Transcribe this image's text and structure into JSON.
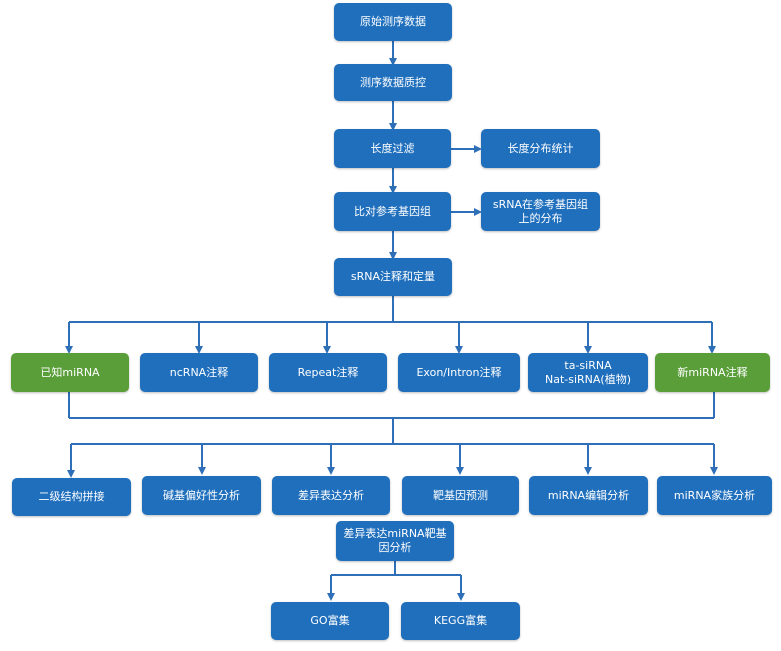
{
  "nodes": {
    "raw": "原始测序数据",
    "qc": "测序数据质控",
    "length_filter": "长度过滤",
    "length_stats": "长度分布统计",
    "align": "比对参考基因组",
    "distribution": {
      "line1": "sRNA在参考基因组",
      "line2": "上的分布"
    },
    "annotation": "sRNA注释和定量",
    "known_mirna": "已知miRNA",
    "ncrna": "ncRNA注释",
    "repeat": "Repeat注释",
    "exon_intron": "Exon/Intron注释",
    "sirna": {
      "line1": "ta-siRNA",
      "line2": "Nat-siRNA(植物)"
    },
    "novel_mirna": "新miRNA注释",
    "secondary": "二级结构拼接",
    "base_bias": "碱基偏好性分析",
    "diff_expr": "差异表达分析",
    "target_pred": "靶基因预测",
    "editing": "miRNA编辑分析",
    "family": "miRNA家族分析",
    "diff_target": {
      "line1": "差异表达miRNA靶基",
      "line2": "因分析"
    },
    "go": "GO富集",
    "kegg": "KEGG富集"
  },
  "colors": {
    "box": "#1f6fbd",
    "highlight": "#5a9e3a",
    "connector": "#2e6fb7"
  }
}
